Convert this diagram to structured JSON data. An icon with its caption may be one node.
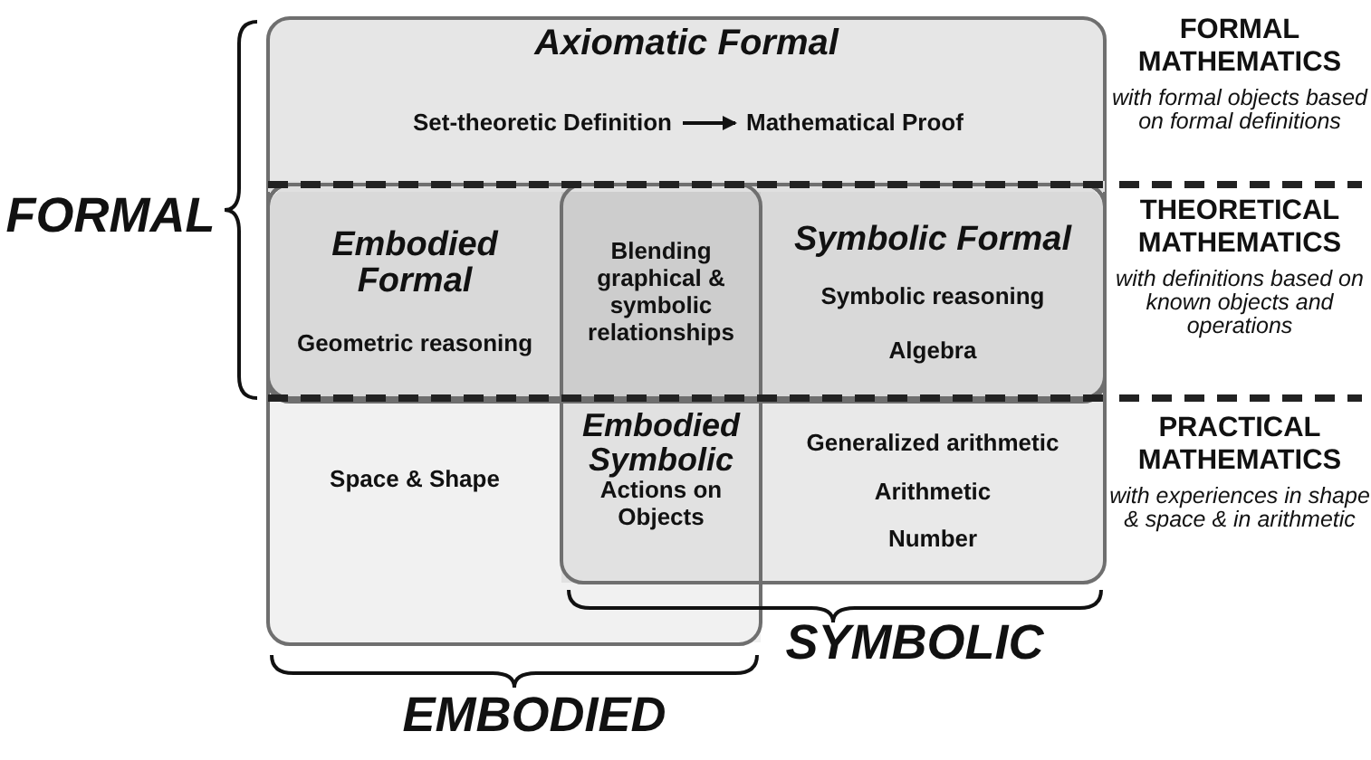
{
  "diagram": {
    "nodes": [
      {
        "text": [
          "Axiomatic Formal"
        ]
      },
      {
        "text": [
          "Set-theoretic Definition"
        ],
        "in": 0
      },
      {
        "text": [
          "Mathematical Proof"
        ],
        "in": 0
      },
      {
        "text": [
          "Embodied Formal",
          "Geometric reasoning"
        ]
      },
      {
        "text": [
          "Blending graphical & symbolic relationships"
        ]
      },
      {
        "text": [
          "Symbolic Formal",
          "Symbolic reasoning",
          "Algebra"
        ]
      },
      {
        "text": [
          "Space & Shape"
        ]
      },
      {
        "text": [
          "Embodied Symbolic",
          "Actions on Objects"
        ]
      },
      {
        "text": [
          "Generalized arithmetic",
          "Arithmetic",
          "Number"
        ]
      }
    ],
    "edges": [
      {
        "from": 1,
        "to": 2,
        "arrow": "to"
      }
    ],
    "labels": [
      "FORMAL",
      "FORMAL MATHEMATICS",
      "with formal objects based on formal definitions",
      "THEORETICAL MATHEMATICS",
      "with definitions based on known objects and operations",
      "PRACTICAL MATHEMATICS",
      "with experiences in shape & space & in arithmetic",
      "SYMBOLIC",
      "EMBODIED"
    ]
  }
}
